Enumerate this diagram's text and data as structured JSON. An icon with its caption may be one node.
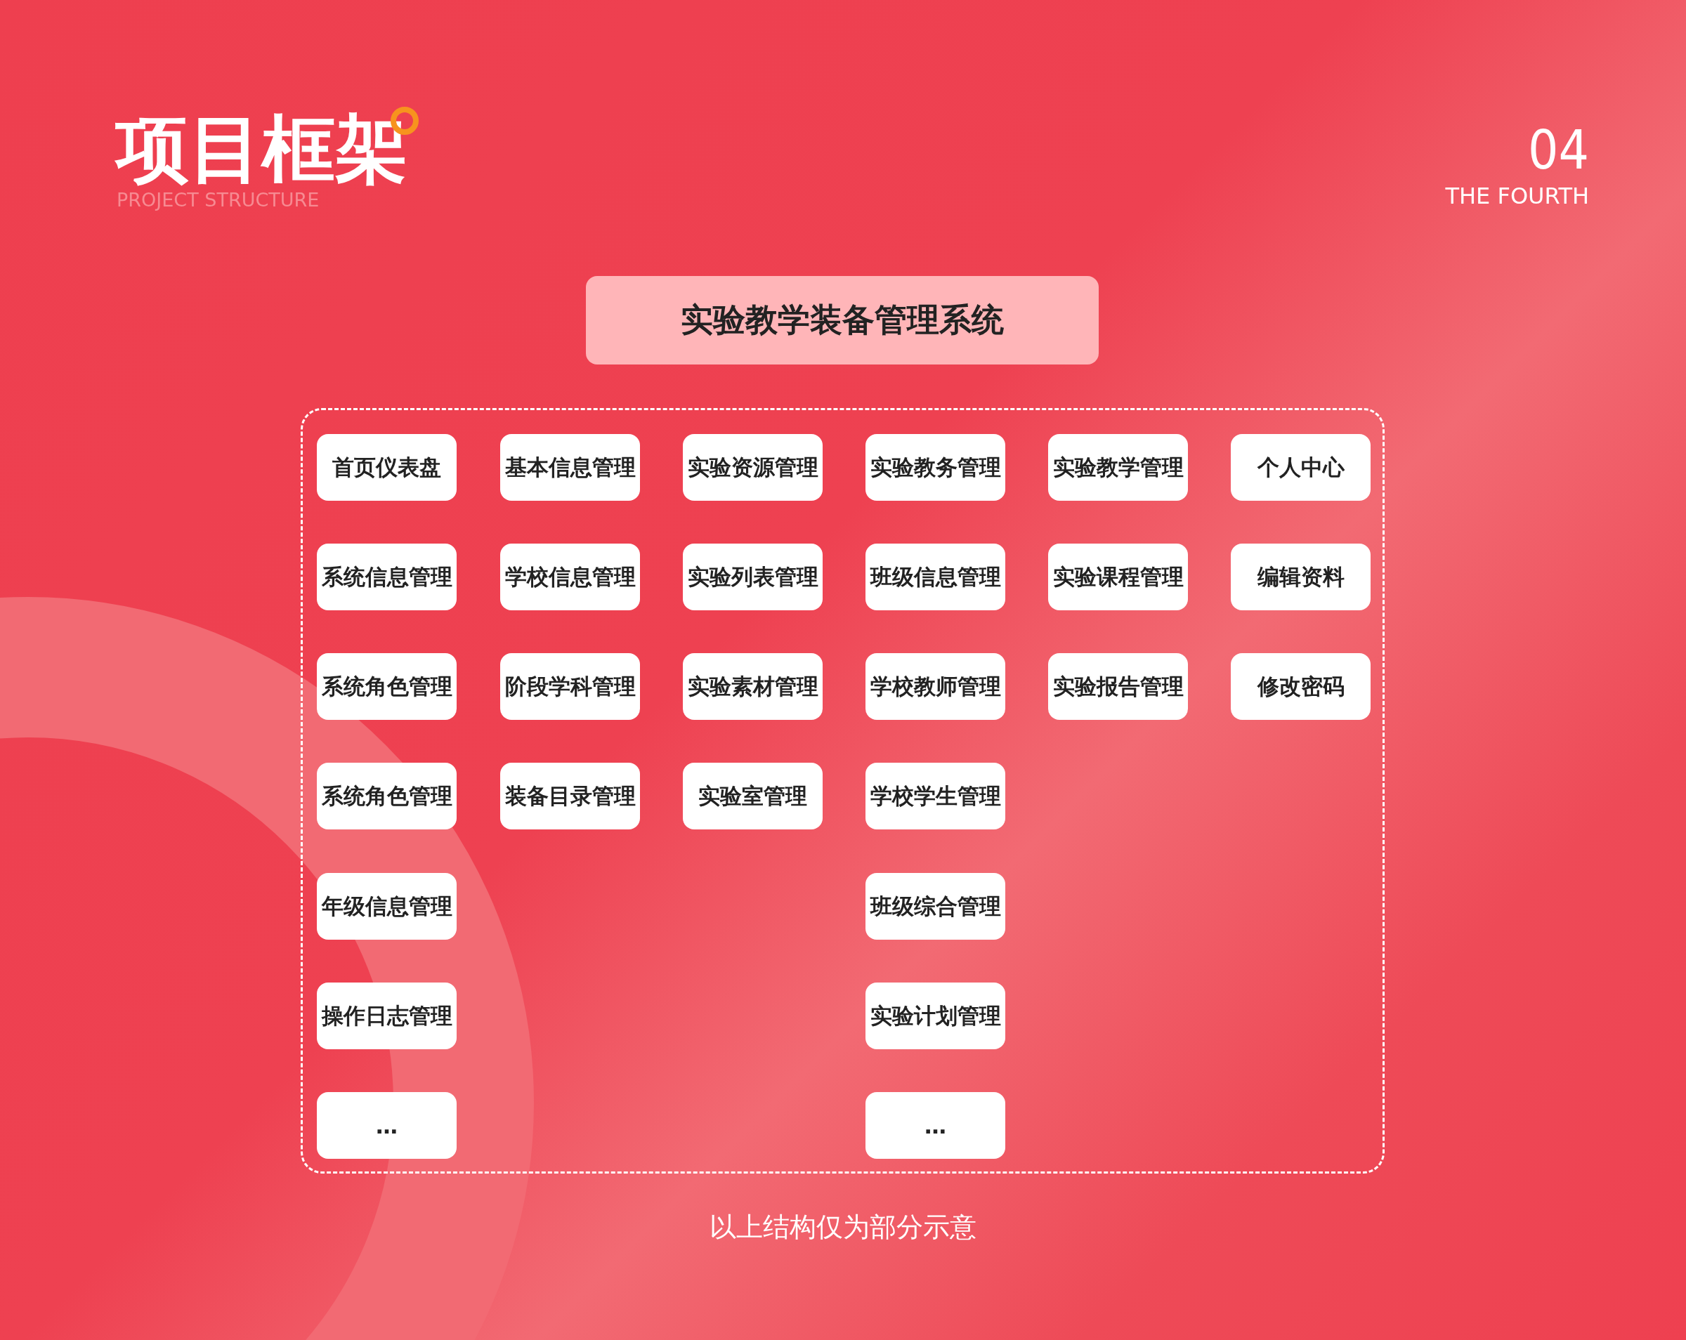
{
  "diagram": {
    "title": "项目框架",
    "caption": "以上结构仅为部分示意",
    "nodes": [
      {
        "text": [
          "实验教学装备管理系统"
        ]
      },
      {
        "text": [],
        "shape": "box"
      },
      {
        "text": [
          "首页仪表盘"
        ],
        "in": 1
      },
      {
        "text": [
          "基本信息管理"
        ],
        "in": 1
      },
      {
        "text": [
          "实验资源管理"
        ],
        "in": 1
      },
      {
        "text": [
          "实验教务管理"
        ],
        "in": 1
      },
      {
        "text": [
          "实验教学管理"
        ],
        "in": 1
      },
      {
        "text": [
          "个人中心"
        ],
        "in": 1
      },
      {
        "text": [
          "系统信息管理"
        ],
        "in": 1
      },
      {
        "text": [
          "学校信息管理"
        ],
        "in": 1
      },
      {
        "text": [
          "实验列表管理"
        ],
        "in": 1
      },
      {
        "text": [
          "班级信息管理"
        ],
        "in": 1
      },
      {
        "text": [
          "实验课程管理"
        ],
        "in": 1
      },
      {
        "text": [
          "编辑资料"
        ],
        "in": 1
      },
      {
        "text": [
          "系统角色管理"
        ],
        "in": 1
      },
      {
        "text": [
          "阶段学科管理"
        ],
        "in": 1
      },
      {
        "text": [
          "实验素材管理"
        ],
        "in": 1
      },
      {
        "text": [
          "学校教师管理"
        ],
        "in": 1
      },
      {
        "text": [
          "实验报告管理"
        ],
        "in": 1
      },
      {
        "text": [
          "修改密码"
        ],
        "in": 1
      },
      {
        "text": [
          "系统角色管理"
        ],
        "in": 1
      },
      {
        "text": [
          "装备目录管理"
        ],
        "in": 1
      },
      {
        "text": [
          "实验室管理"
        ],
        "in": 1
      },
      {
        "text": [
          "学校学生管理"
        ],
        "in": 1
      },
      {
        "text": [
          "年级信息管理"
        ],
        "in": 1
      },
      {
        "text": [
          "班级综合管理"
        ],
        "in": 1
      },
      {
        "text": [
          "操作日志管理"
        ],
        "in": 1
      },
      {
        "text": [
          "实验计划管理"
        ],
        "in": 1
      },
      {
        "text": [
          "…"
        ],
        "in": 1
      },
      {
        "text": [
          "…"
        ],
        "in": 1
      }
    ],
    "edges": [],
    "labels": [
      "PROJECT STRUCTURE",
      "04",
      "THE FOURTH"
    ]
  }
}
